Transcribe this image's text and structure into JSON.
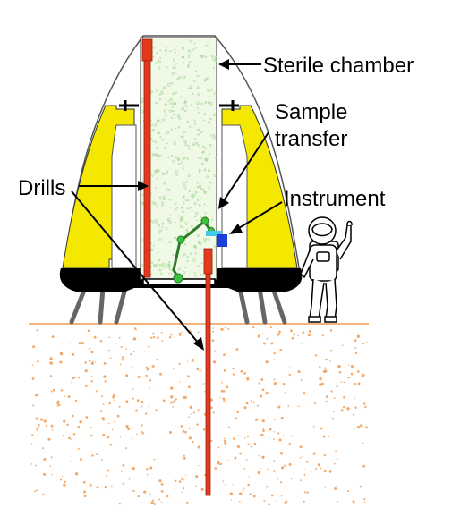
{
  "labels": {
    "sterile_chamber": "Sterile chamber",
    "sample_line1": "Sample",
    "sample_line2": "transfer",
    "instrument": "Instrument",
    "drills": "Drills"
  },
  "colors": {
    "drill": "#e3391c",
    "drill_stroke": "#9a1f0c",
    "yellow_panel": "#f5e800",
    "ground_line": "#f2b27e",
    "soil_speckle": "#f3a868",
    "chamber_fill": "#f0f8e6",
    "chamber_speckle": "#a8d89a",
    "arm": "#2a7a2a",
    "arm_joint": "#3cc23c",
    "instrument_blue": "#1a3ed8",
    "instrument_cyan": "#46c8e8",
    "black_skirt": "#000000",
    "leg": "#666666",
    "capsule_outline": "#555555"
  },
  "icons": {
    "astronaut": "astronaut-figure",
    "robot_arm": "sample-transfer-arm"
  }
}
